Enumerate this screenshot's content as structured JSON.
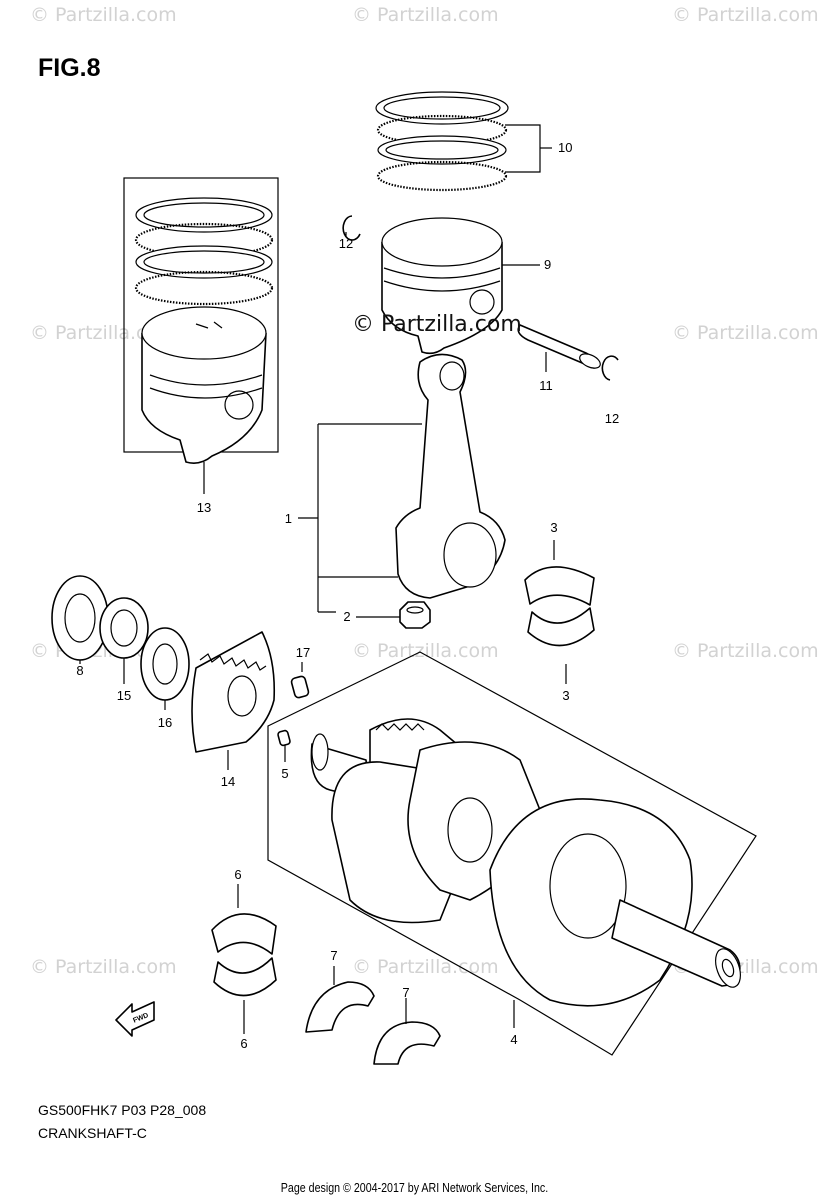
{
  "figure": {
    "title": "FIG.8",
    "model_code": "GS500FHK7 P03 P28_008",
    "section": "CRANKSHAFT-C",
    "credit": "Page design © 2004-2017 by ARI Network Services, Inc."
  },
  "watermark": {
    "text": "© Partzilla.com",
    "center_text": "© Partzilla.com"
  },
  "callouts": {
    "c1": "1",
    "c2": "2",
    "c3a": "3",
    "c3b": "3",
    "c4": "4",
    "c5": "5",
    "c6a": "6",
    "c6b": "6",
    "c7a": "7",
    "c7b": "7",
    "c8": "8",
    "c9": "9",
    "c10": "10",
    "c11": "11",
    "c12a": "12",
    "c12b": "12",
    "c13": "13",
    "c14": "14",
    "c15": "15",
    "c16": "16",
    "c17": "17"
  },
  "fwd_label": "FWD",
  "icons": {
    "fwd_arrow": "fwd-arrow-icon"
  }
}
